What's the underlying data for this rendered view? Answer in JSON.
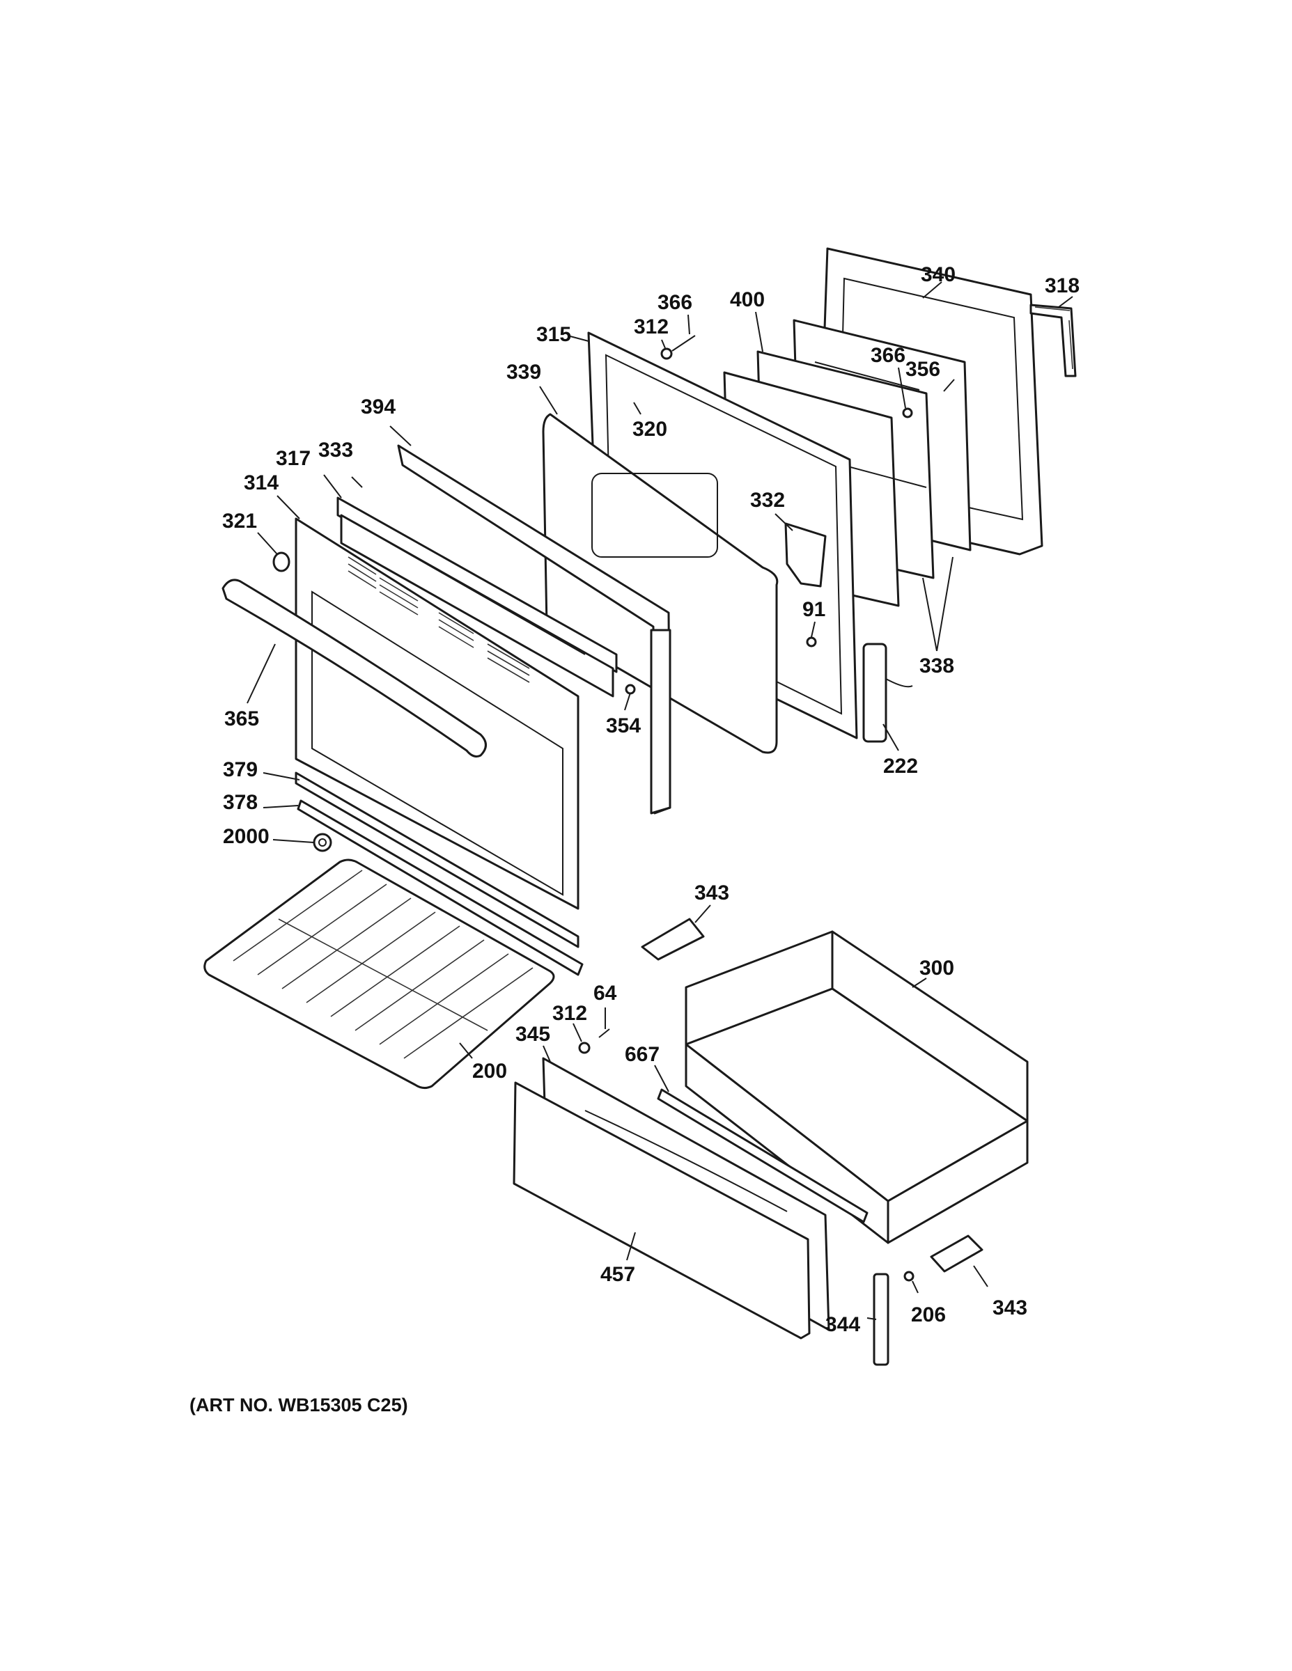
{
  "caption": "(ART NO. WB15305 C25)",
  "callouts": [
    "318",
    "340",
    "366",
    "400",
    "312",
    "315",
    "366",
    "356",
    "339",
    "320",
    "394",
    "317",
    "333",
    "314",
    "321",
    "332",
    "91",
    "338",
    "365",
    "354",
    "222",
    "379",
    "378",
    "2000",
    "343",
    "300",
    "64",
    "312",
    "345",
    "667",
    "200",
    "457",
    "343",
    "206",
    "344"
  ]
}
